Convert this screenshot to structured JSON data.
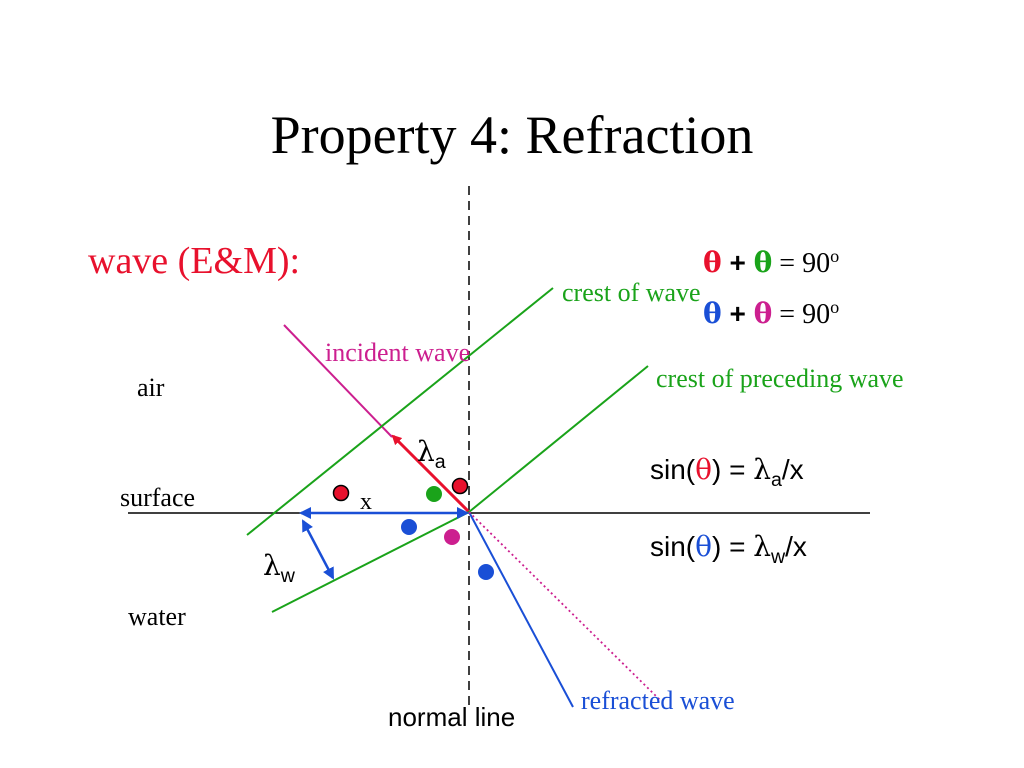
{
  "title": "Property 4: Refraction",
  "subtitle": "wave (E&M):",
  "colors": {
    "red": "#e8112d",
    "green": "#1aa31a",
    "magenta": "#cc1f8f",
    "blue": "#1a4fd6",
    "black": "#000000"
  },
  "labels": {
    "crest_of_wave": "crest of wave",
    "crest_of_preceding_wave": "crest of preceding wave",
    "incident_wave": "incident wave",
    "air": "air",
    "surface": "surface",
    "water": "water",
    "x": "x",
    "refracted_wave": "refracted wave",
    "normal_line": "normal line"
  },
  "lambda_a": {
    "symbol": "λ",
    "sub": "a"
  },
  "lambda_w": {
    "symbol": "λ",
    "sub": "w"
  },
  "equations": {
    "eq1": {
      "theta1": "θ",
      "plus": " + ",
      "theta2": "θ",
      "rest": " = 90",
      "deg": "o"
    },
    "eq2": {
      "theta1": "θ",
      "plus": " + ",
      "theta2": "θ",
      "rest": " = 90",
      "deg": "o"
    },
    "eq3": {
      "pre": "sin(",
      "theta": "θ",
      "mid": ") = ",
      "lambda": "λ",
      "sub": "a",
      "post": "/x"
    },
    "eq4": {
      "pre": "sin(",
      "theta": "θ",
      "mid": ") = ",
      "lambda": "λ",
      "sub": "w",
      "post": "/x"
    }
  }
}
